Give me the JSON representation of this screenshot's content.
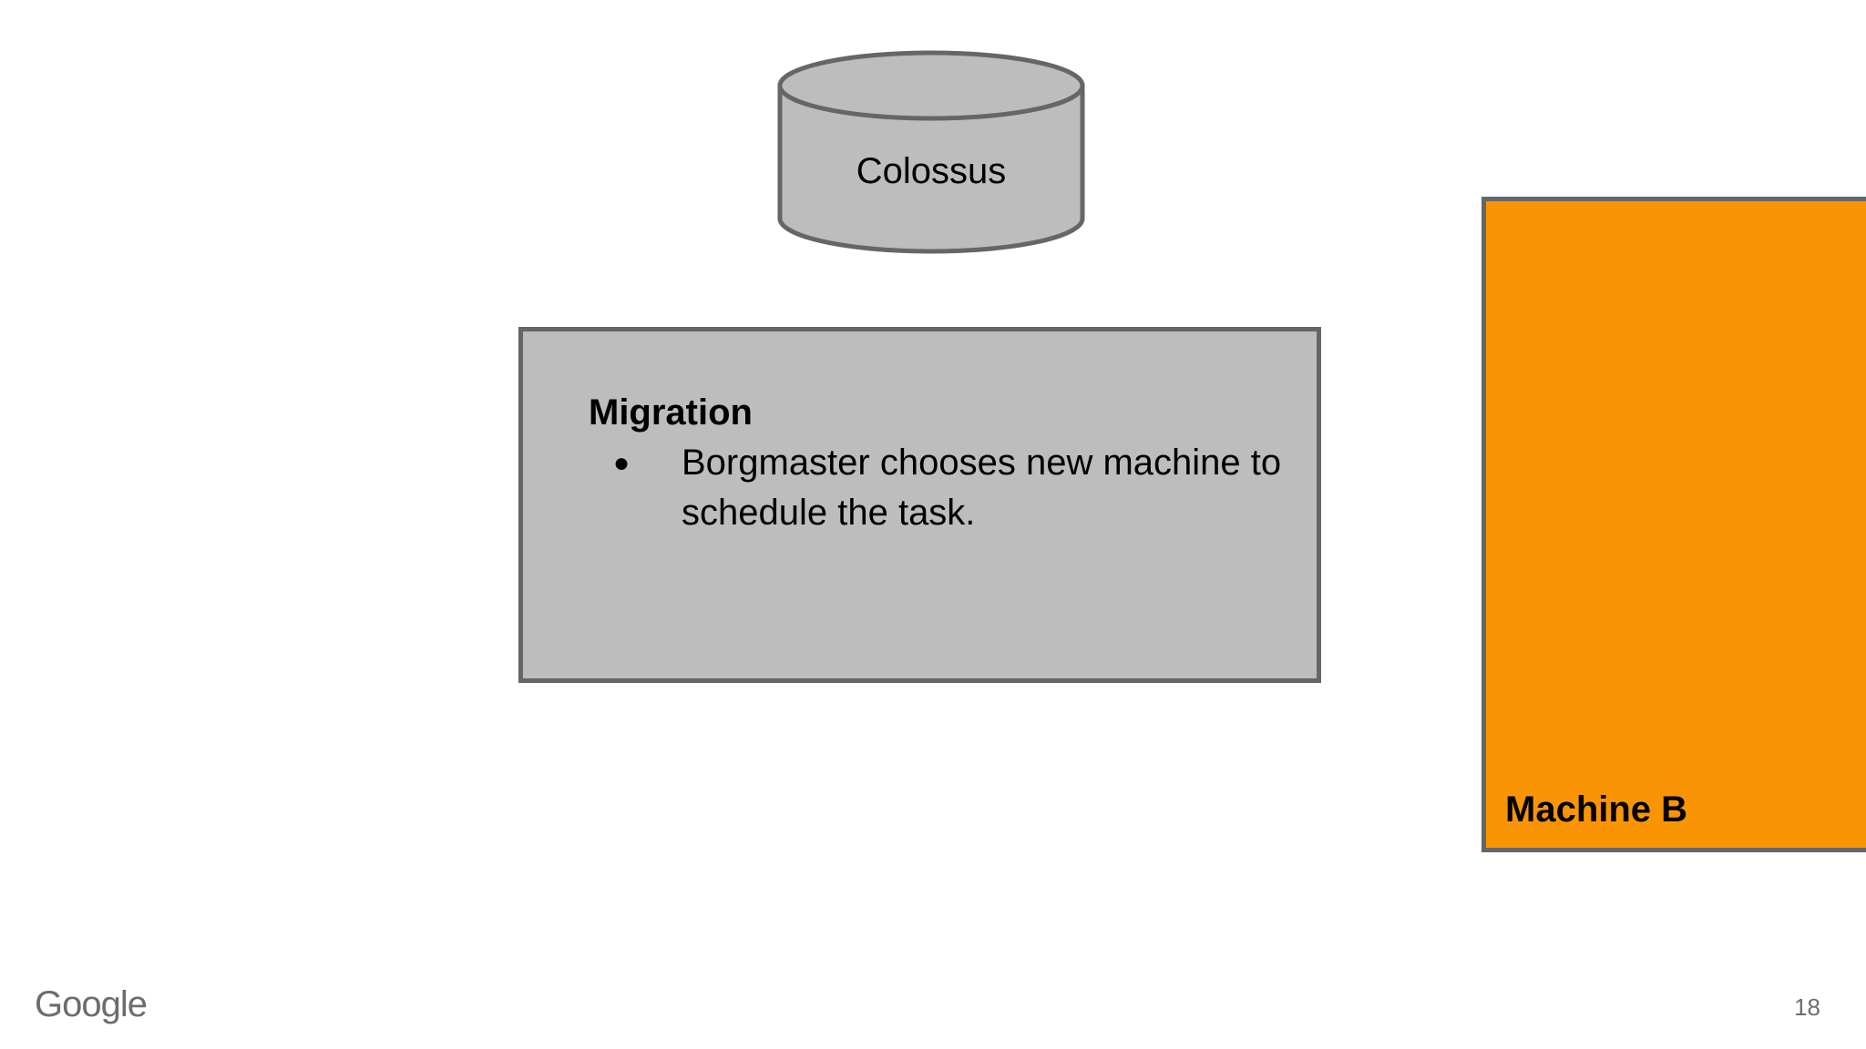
{
  "storage": {
    "label": "Colossus"
  },
  "info_box": {
    "title": "Migration",
    "bullets": [
      "Borgmaster chooses new machine to schedule the task."
    ],
    "bullet_symbol": "●"
  },
  "machine": {
    "label": "Machine B"
  },
  "footer": {
    "logo": "Google",
    "page_number": "18"
  },
  "colors": {
    "box_fill": "#bdbdbd",
    "border": "#666666",
    "machine_fill": "#f99504",
    "footer_text": "#6d6d6d"
  }
}
